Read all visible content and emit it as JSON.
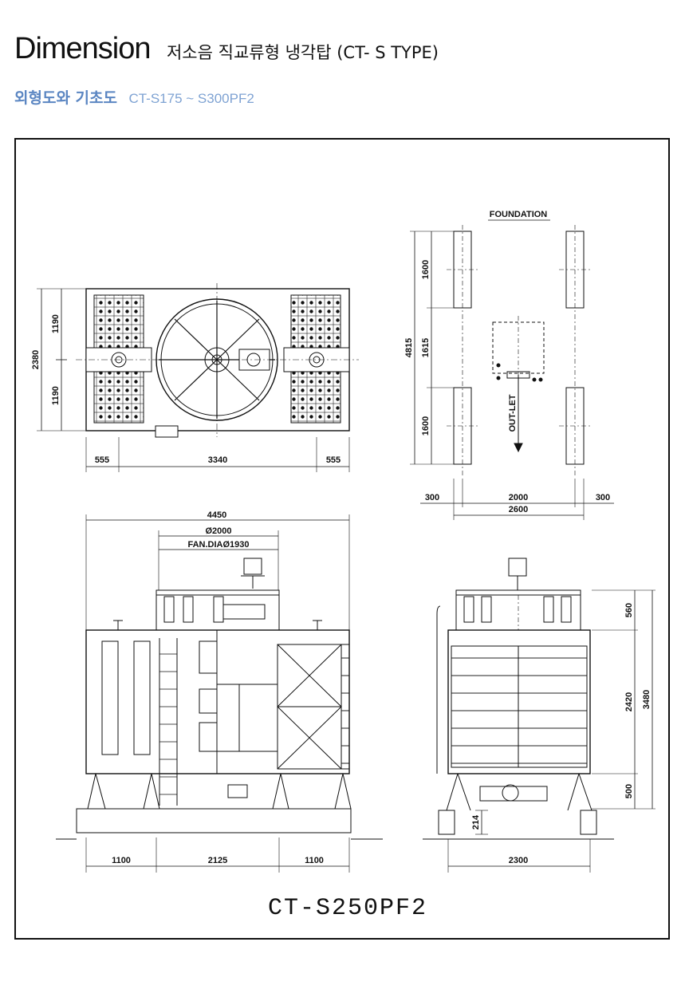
{
  "header": {
    "title": "Dimension",
    "subtitle": "저소음 직교류형 냉각탑 (CT- S TYPE)"
  },
  "section": {
    "korean_label": "외형도와 기초도",
    "model_range": "CT-S175 ~ S300PF2"
  },
  "plan_view": {
    "dims": {
      "width_total": "2380",
      "half_top": "1190",
      "half_bottom": "1190",
      "left_margin": "555",
      "center": "3340",
      "right_margin": "555"
    }
  },
  "foundation": {
    "title": "FOUNDATION",
    "total": "4815",
    "top": "1600",
    "middle": "1615",
    "bottom": "1600",
    "outlet_label": "OUT-LET",
    "left_offset": "300",
    "center_span": "2000",
    "right_offset": "300",
    "overall": "2600"
  },
  "front_view": {
    "overall_width": "4450",
    "casing_dia": "Ø2000",
    "fan_dia": "FAN.DIAØ1930",
    "bottom_left": "1100",
    "bottom_center": "2125",
    "bottom_right": "1100"
  },
  "side_view": {
    "top_section": "560",
    "mid_section": "2420",
    "total_height": "3480",
    "bottom_section": "500",
    "leg_height": "214",
    "width": "2300"
  },
  "model": "CT-S250PF2",
  "colors": {
    "accent_blue": "#5b86c2",
    "line": "#111111"
  }
}
